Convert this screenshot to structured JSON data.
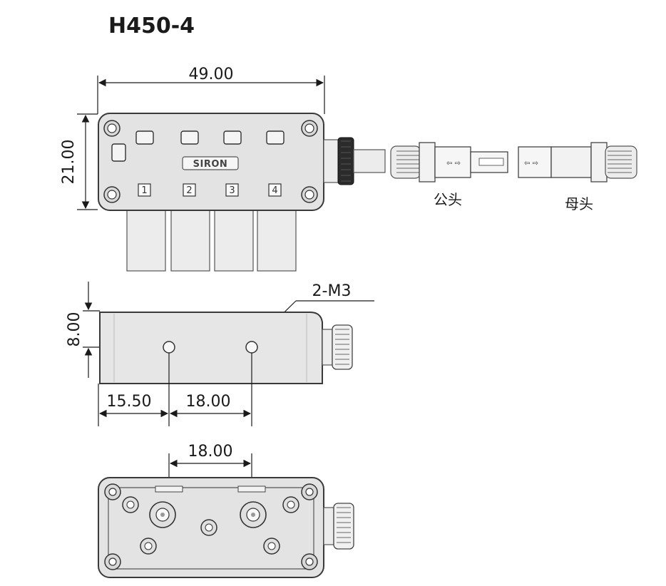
{
  "title": "H450-4",
  "top_view": {
    "width_dim": "49.00",
    "height_dim": "21.00",
    "logo": "SIRON",
    "ports": [
      "1",
      "2",
      "3",
      "4"
    ]
  },
  "connectors": {
    "male_label": "公头",
    "female_label": "母头"
  },
  "side_view": {
    "hole_spec": "2-M3",
    "height_dim": "8.00",
    "offset_dim": "15.50",
    "spacing_dim": "18.00"
  },
  "bottom_view": {
    "spacing_dim": "18.00"
  }
}
